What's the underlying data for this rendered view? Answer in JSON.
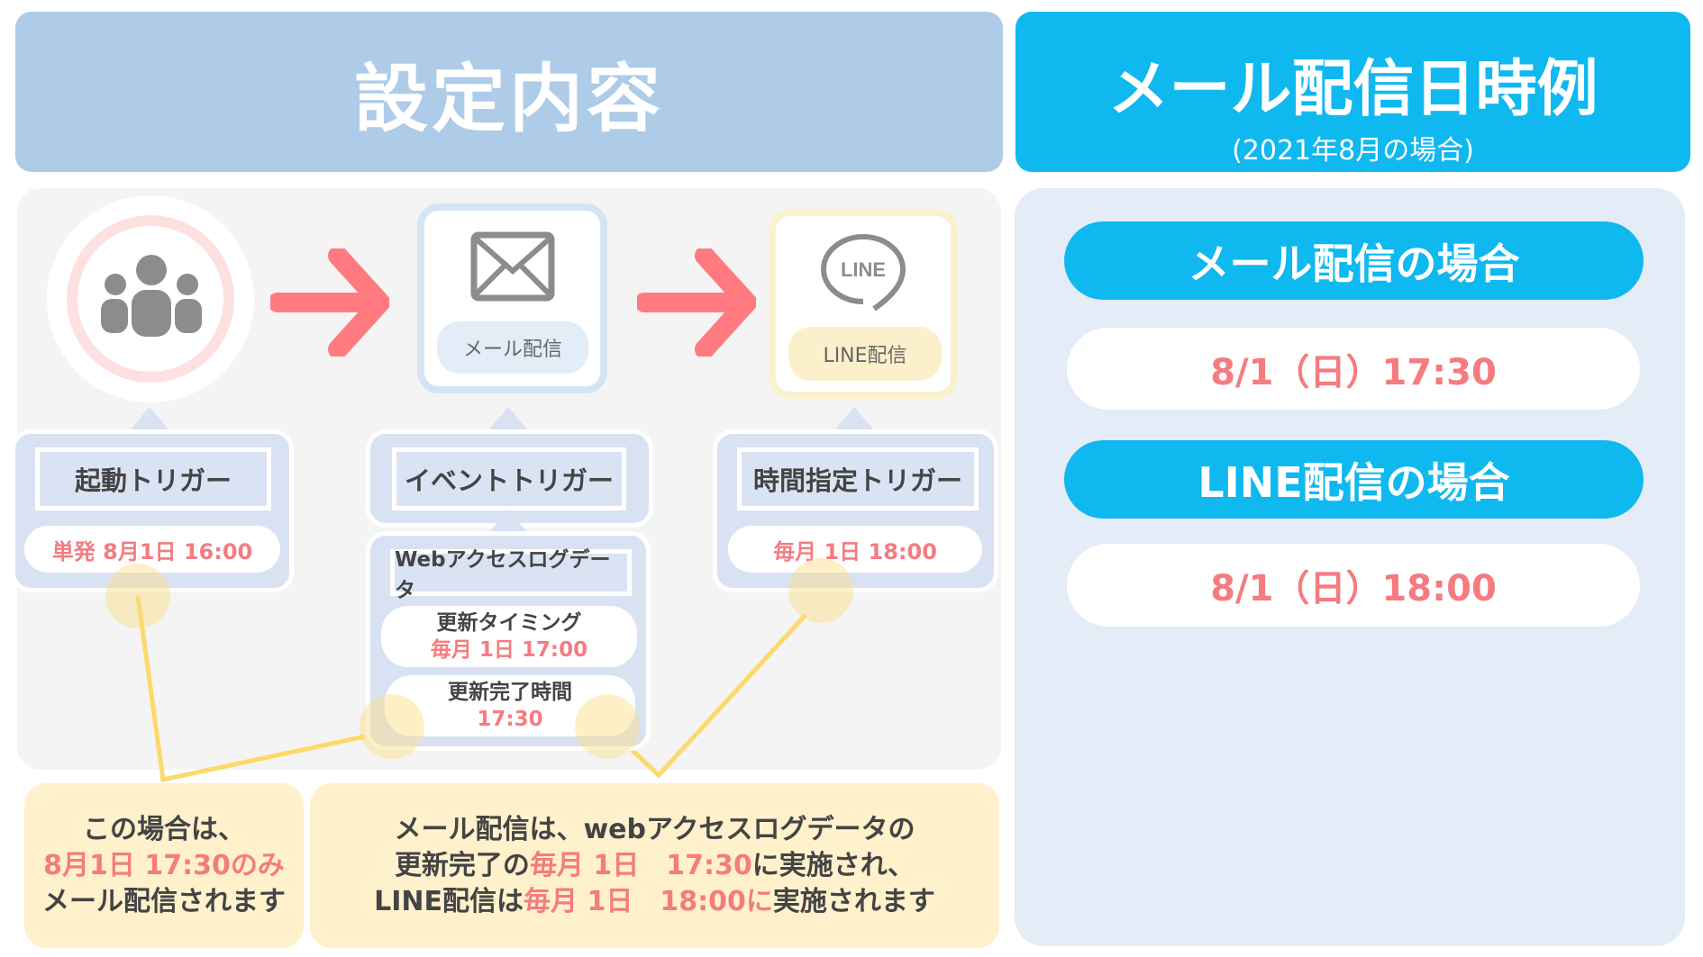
{
  "header": {
    "left_title": "設定内容",
    "right_title": "メール配信日時例",
    "right_subtitle": "(2021年8月の場合)"
  },
  "examples": {
    "mail_label": "メール配信の場合",
    "mail_value": "8/1（日）17:30",
    "line_label": "LINE配信の場合",
    "line_value": "8/1（日）18:00"
  },
  "flow": {
    "mail_tag": "メール配信",
    "line_logo": "LINE",
    "line_tag": "LINE配信"
  },
  "triggers": {
    "start": {
      "title": "起動トリガー",
      "value": "単発 8月1日 16:00"
    },
    "event": {
      "title": "イベントトリガー",
      "data_title": "Webアクセスログデータ",
      "timing_label": "更新タイミング",
      "timing_value": "毎月 1日 17:00",
      "complete_label": "更新完了時間",
      "complete_value": "17:30"
    },
    "time": {
      "title": "時間指定トリガー",
      "value": "毎月 1日 18:00"
    }
  },
  "notes": {
    "left": [
      "この場合は、",
      "8月1日 17:30のみ",
      "メール配信されます"
    ],
    "right": {
      "l1": "メール配信は、webアクセスログデータの",
      "l2a": "更新完了の",
      "l2b": "毎月 1日　17:30",
      "l2c": "に実施され、",
      "l3a": "LINE配信は",
      "l3b": "毎月 1日　18:00に",
      "l3c": "実施されます"
    }
  },
  "colors": {
    "accent": "#10b8f0",
    "highlight": "#f47c80",
    "header_left": "#aecbe8"
  }
}
